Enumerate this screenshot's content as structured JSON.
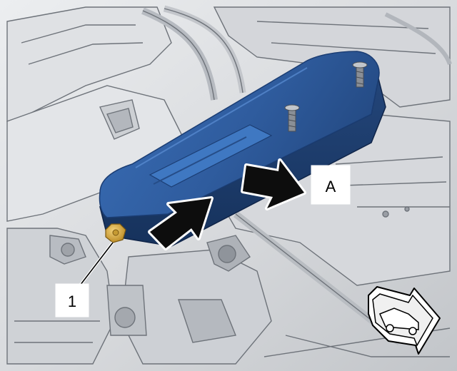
{
  "figure": {
    "callouts": [
      {
        "id": "1",
        "label": "1"
      },
      {
        "id": "A",
        "label": "A"
      }
    ],
    "parts": {
      "bracket": {
        "color": "#2f5c9e",
        "edge_color": "#1b3d73"
      },
      "nut": {
        "color": "#d7a63a"
      },
      "bolts": {
        "count": 2,
        "color": "#8a8f96"
      }
    },
    "background_tones": {
      "light": "#e6e7e9",
      "mid": "#c9cbcf",
      "dark": "#9a9ea5",
      "line": "#6e737a"
    },
    "orientation_icon": "vehicle-direction-icon"
  }
}
